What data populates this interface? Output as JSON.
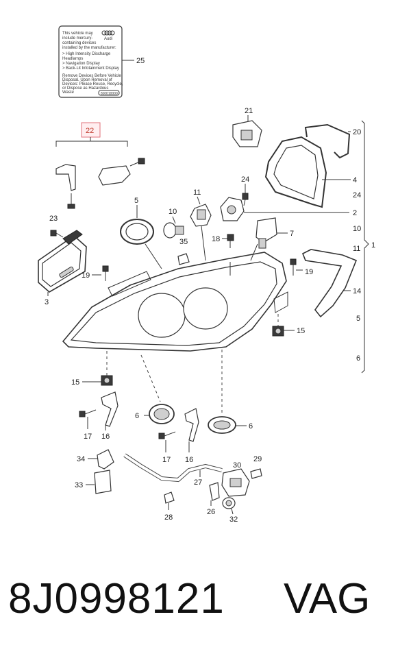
{
  "label_card": {
    "lines": [
      "This vehicle may",
      "include mercury-",
      "containing devices",
      "installed by the manufacturer:",
      "",
      "> High Intensity Discharge",
      "  Headlamps",
      "> Navigation Display",
      "> Back-Lit Infotainment Display",
      "",
      "Remove Devices Before Vehicle",
      "Disposal. Upon Removal of",
      "Devices: Please Reuse, Recycle,",
      "or Dispose as Hazardous",
      "Waste"
    ],
    "brand": "Audi",
    "code": "8J0010000"
  },
  "callouts": {
    "c25": "25",
    "c22": "22",
    "c21": "21",
    "c20": "20",
    "c4": "4",
    "c24r": "24",
    "c2": "2",
    "c10r": "10",
    "c11r": "11",
    "c1": "1",
    "c14": "14",
    "c5r": "5",
    "c6r": "6",
    "c24a": "24",
    "c11": "11",
    "c5": "5",
    "c10": "10",
    "c23": "23",
    "c35": "35",
    "c18": "18",
    "c7": "7",
    "c19l": "19",
    "c19r": "19",
    "c3": "3",
    "c15a": "15",
    "c15b": "15",
    "c6a": "6",
    "c6b": "6",
    "c17a": "17",
    "c16a": "16",
    "c17b": "17",
    "c16b": "16",
    "c34": "34",
    "c33": "33",
    "c30": "30",
    "c29": "29",
    "c27": "27",
    "c26": "26",
    "c32": "32",
    "c28": "28"
  },
  "footer": {
    "part_number": "8J0998121",
    "brand": "VAG"
  }
}
